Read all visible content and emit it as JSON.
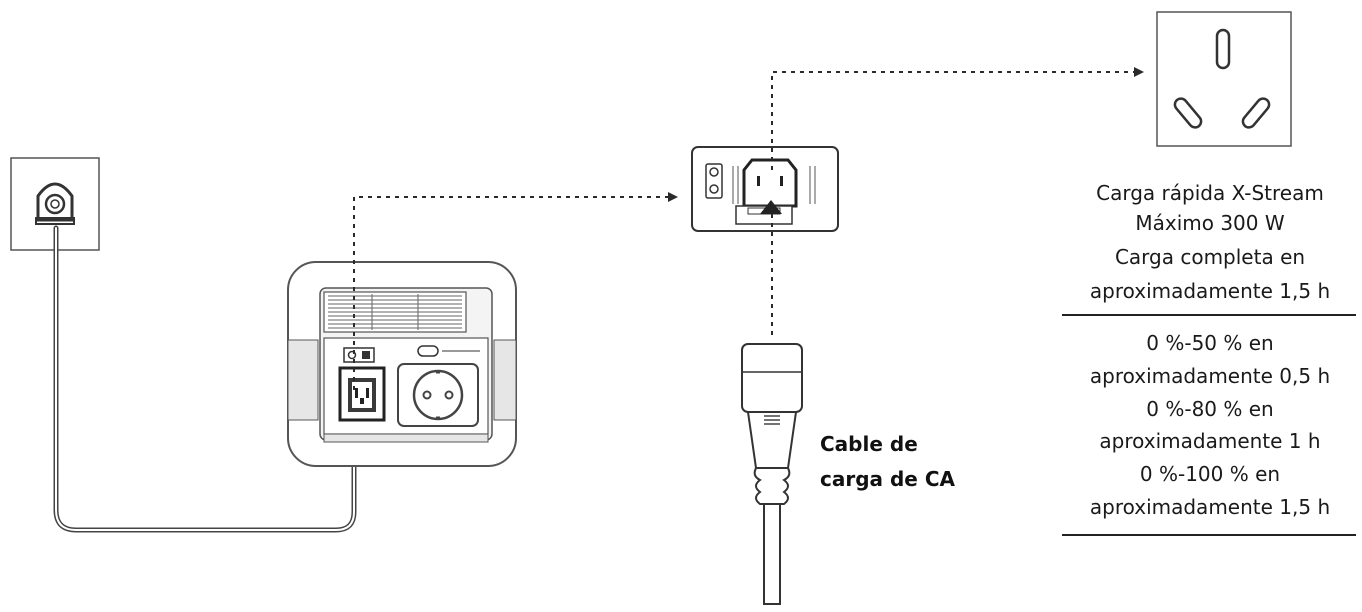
{
  "cable_label": {
    "line1": "Cable de",
    "line2": "carga de CA"
  },
  "spec_block_1": [
    "Carga rápida X-Stream",
    "Máximo 300 W",
    "Carga completa en",
    "aproximadamente 1,5 h"
  ],
  "spec_block_2": [
    "0 %-50 % en",
    "aproximadamente 0,5 h",
    "0 %-80 % en",
    "aproximadamente 1 h",
    "0 %-100 % en",
    "aproximadamente 1,5 h"
  ],
  "colors": {
    "line": "#2a2a2a",
    "outline": "#555555",
    "device_fill": "#e6e6e6",
    "panel_fill": "#f4f4f4",
    "dark": "#3a3a3a"
  },
  "icons": {
    "left_outlet": "wall-socket-icon",
    "right_outlet": "three-pin-wall-outlet-icon",
    "station": "power-station-icon",
    "inlet": "ac-inlet-panel-icon",
    "plug": "iec-c13-plug-icon"
  }
}
